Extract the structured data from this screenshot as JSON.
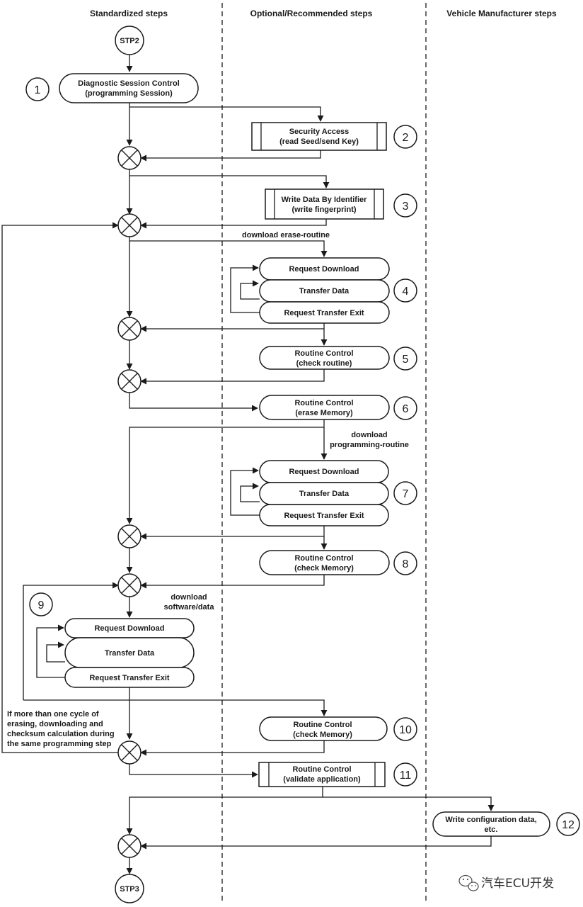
{
  "columns": {
    "standardized": "Standardized steps",
    "optional": "Optional/Recommended steps",
    "vehicle": "Vehicle Manufacturer steps"
  },
  "terminals": {
    "start": "STP2",
    "end": "STP3"
  },
  "steps": [
    {
      "num": "1",
      "lines": [
        "Diagnostic Session Control",
        "(programming Session)"
      ]
    },
    {
      "num": "2",
      "lines": [
        "Security Access",
        "(read Seed/send Key)"
      ]
    },
    {
      "num": "3",
      "lines": [
        "Write Data By Identifier",
        "(write fingerprint)"
      ]
    },
    {
      "num": "4",
      "lines": [
        "Request Download",
        "Transfer Data",
        "Request Transfer Exit"
      ]
    },
    {
      "num": "5",
      "lines": [
        "Routine Control",
        "(check routine)"
      ]
    },
    {
      "num": "6",
      "lines": [
        "Routine Control",
        "(erase Memory)"
      ]
    },
    {
      "num": "7",
      "lines": [
        "Request Download",
        "Transfer Data",
        "Request Transfer Exit"
      ]
    },
    {
      "num": "8",
      "lines": [
        "Routine Control",
        "(check Memory)"
      ]
    },
    {
      "num": "9",
      "lines": [
        "Request Download",
        "Transfer Data",
        "Request Transfer Exit"
      ]
    },
    {
      "num": "10",
      "lines": [
        "Routine Control",
        "(check Memory)"
      ]
    },
    {
      "num": "11",
      "lines": [
        "Routine Control",
        "(validate application)"
      ]
    },
    {
      "num": "12",
      "lines": [
        "Write configuration data,",
        "etc."
      ]
    }
  ],
  "annotations": {
    "erase_routine": "download erase-routine",
    "prog_routine": [
      "download",
      "programming-routine"
    ],
    "software": [
      "download",
      "software/data"
    ],
    "loop_note": [
      "If more than one cycle of",
      "erasing, downloading and",
      "checksum calculation during",
      "the same programming step"
    ]
  },
  "watermark": "汽车ECU开发"
}
